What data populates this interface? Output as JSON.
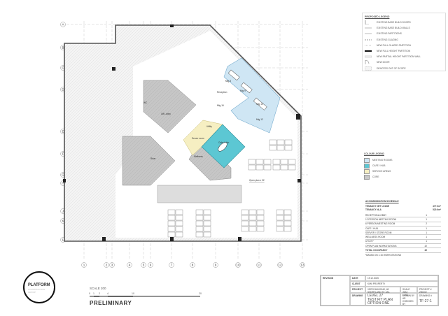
{
  "grid": {
    "rows": [
      "A",
      "B",
      "C",
      "D",
      "E",
      "F",
      "G",
      "H",
      "J",
      "K",
      "L"
    ],
    "columns": [
      "1",
      "2",
      "3",
      "4",
      "5",
      "6",
      "7",
      "8",
      "9",
      "10",
      "11",
      "12",
      "13"
    ]
  },
  "plan_labels": {
    "lift_lobby": "Lift Lobby",
    "reception": "Reception",
    "mtg8": "Mtg 8",
    "mtg9": "Mtg 9",
    "mtg10": "Mtg 10",
    "mtg12": "Mtg 12",
    "cafe": "Cafe / Hub",
    "utility": "Utility",
    "server": "Server room",
    "wellness": "Wellness",
    "open_plan": "Open plan x 32",
    "wc_left": "WC",
    "riser": "Riser",
    "mtg_count": "Mtg 16"
  },
  "colors": {
    "meeting": "#cfe6f4",
    "cafe": "#5cc7d3",
    "service": "#f6efc2",
    "core": "#c8c8c8"
  },
  "legend": {
    "title": "PROPOSED LEGEND",
    "items": [
      "EXISTING BASE BUILD DOORS",
      "EXISTING BASE BUILD WALLS",
      "EXISTING PARTITIONS",
      "EXISTING GLAZING",
      "NEW FULL GLAZED PARTITION",
      "NEW FULL HEIGHT PARTITION",
      "NEW PARTIAL HEIGHT PARTITION WALL",
      "NEW DOOR",
      "DENOTES OUT OF SCOPE"
    ]
  },
  "colour_legend": {
    "title": "COLOUR LEGEND",
    "items": [
      "MEETING ROOMS",
      "CAFE / HUB",
      "SERVICE AREAS",
      "CORE"
    ]
  },
  "schedule": {
    "title": "ACCOMMODATION SCHEDULE",
    "net_lease_label": "TENANCY NET LEASE",
    "net_lease_value": "477.0m²",
    "nla_label": "TENANCY NLA",
    "nla_value": "520.9m²",
    "rows": [
      {
        "label": "RECEPTION/LOBBY",
        "value": "1"
      },
      {
        "label": "12 PERSON MEETING ROOM",
        "value": "1"
      },
      {
        "label": "6 PERSON MEETING ROOM",
        "value": "2"
      },
      {
        "label": "CAFE / HUB",
        "value": "1"
      },
      {
        "label": "SERVER / STORE ROOM",
        "value": "1"
      },
      {
        "label": "WELLNESS ROOM",
        "value": "1"
      },
      {
        "label": "UTILITY",
        "value": "1"
      },
      {
        "label": "OPEN PLAN WORKSTATIONS",
        "value": "32"
      }
    ],
    "total_label": "TOTAL OCCUPANCY",
    "total_value": "32",
    "footnote": "*BASED ON 1:15 WORKSTATIONS"
  },
  "title_block": {
    "revision_label": "REVISION",
    "date_label": "DATE",
    "date": "19.12.2025",
    "client_label": "CLIENT",
    "client": "KIWI PROPERTY",
    "project_label": "PROJECT",
    "project": "VERO BUILDING, 48 SHORTLAND ST, AKL",
    "drawing_label": "DRAWING",
    "drawing_lines": [
      "LEVEL 27",
      "TEST FIT PLAN",
      "OPTION ONE"
    ],
    "scale_label": "SCALE @A3",
    "scale": "1:200",
    "project_no_label": "PROJECT #",
    "project_no": "250202",
    "drawn_label": "DRAWN BY",
    "drawn": "AR",
    "checked_label": "CHECKED BY",
    "drawing_no_label": "DRAWING #",
    "drawing_no": "TF-27-1"
  },
  "logo": {
    "line1": "PLATFORM",
    "line2": "CONSTRUCTING",
    "line3": "GROUP"
  },
  "scale_bar": {
    "label": "SCALE 200",
    "ticks": [
      "0",
      "1",
      "2",
      "4",
      "10",
      "20"
    ]
  },
  "status": "PRELIMINARY"
}
